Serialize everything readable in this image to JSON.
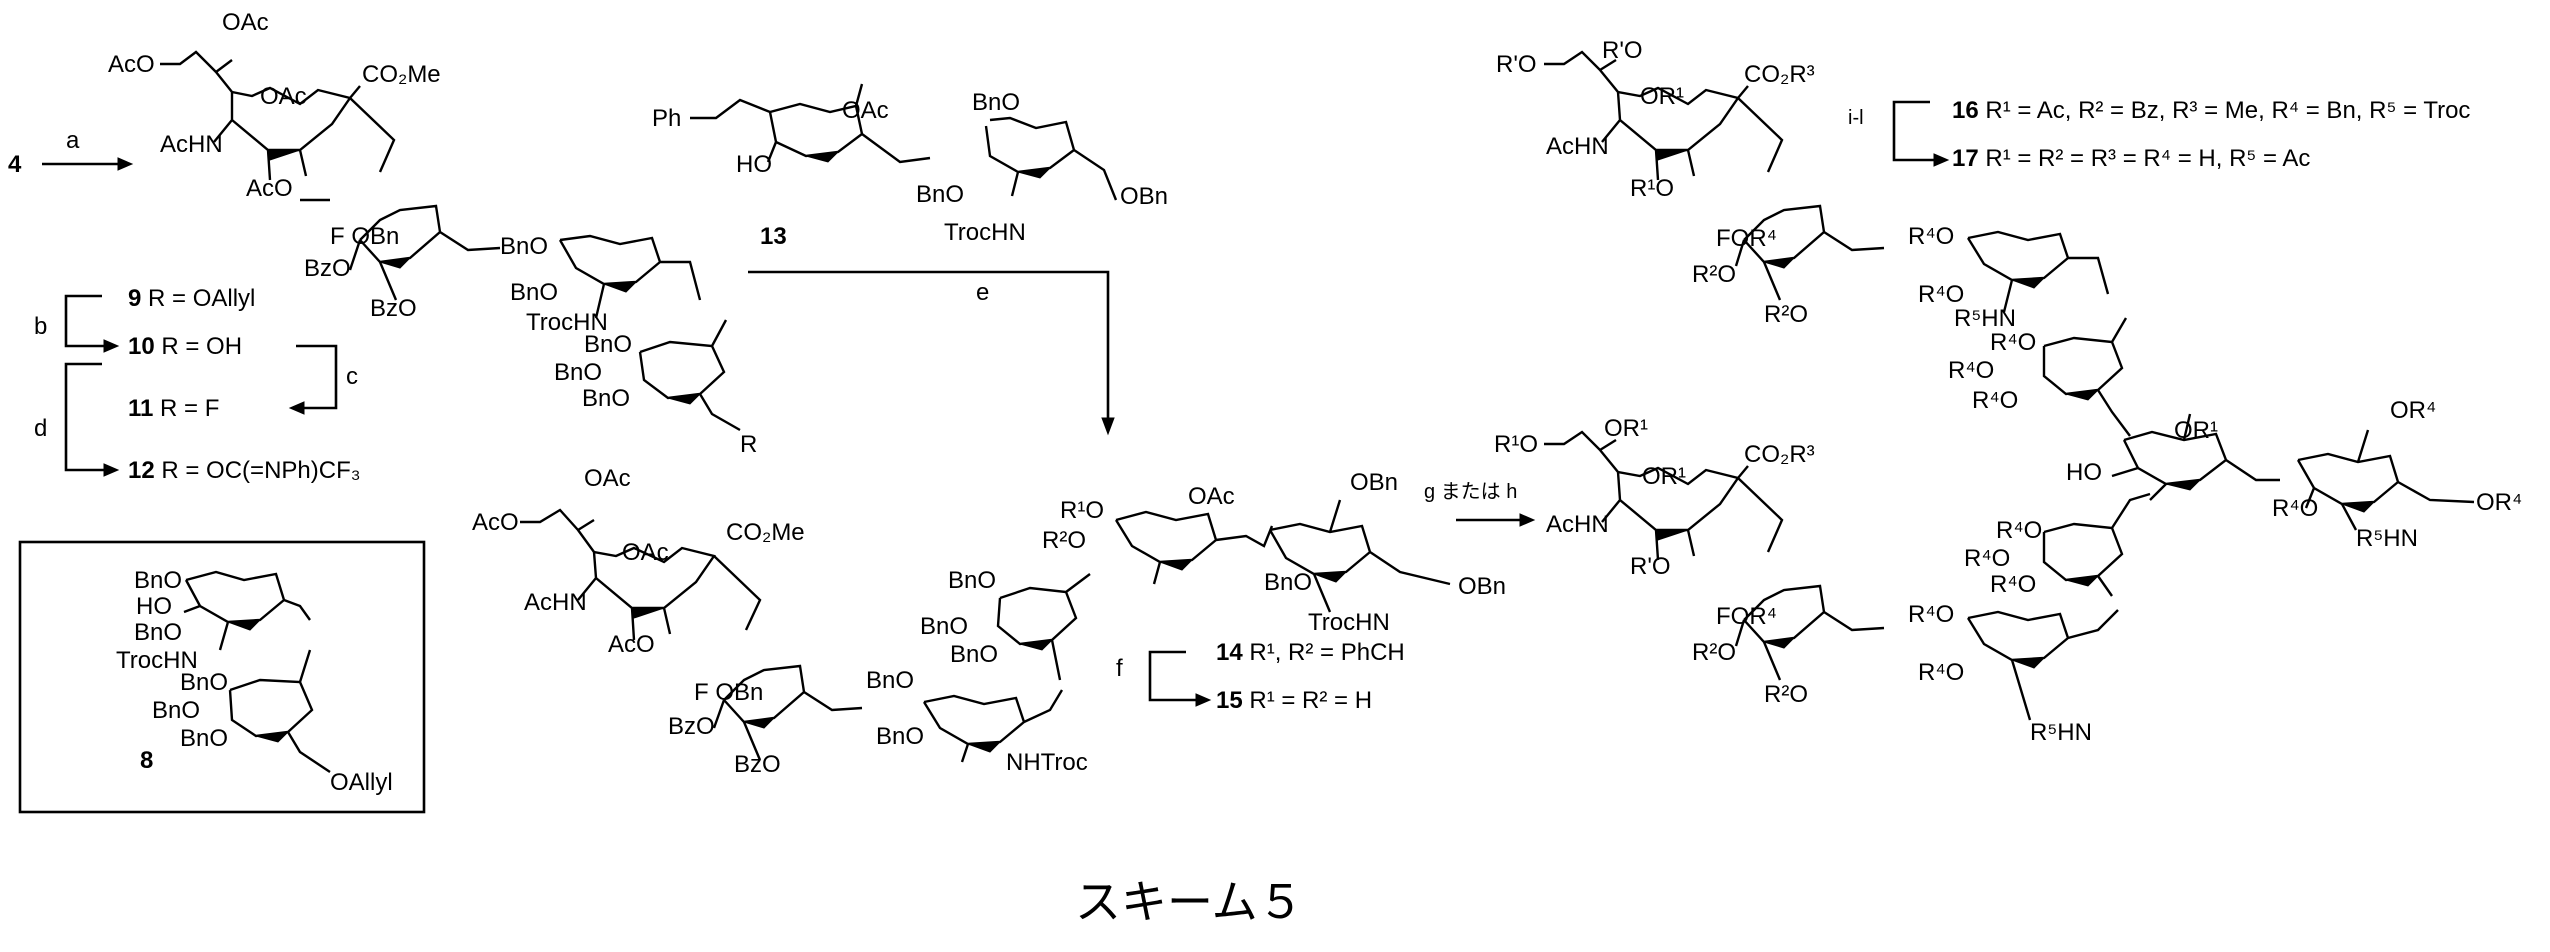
{
  "caption": "スキーム５",
  "start_compound": "4",
  "steps": {
    "a": "a",
    "b": "b",
    "c": "c",
    "d": "d",
    "e": "e",
    "f": "f",
    "gh": "g または h",
    "il": "i-l"
  },
  "series_9_12": [
    {
      "num": "9",
      "text": " R = OAllyl"
    },
    {
      "num": "10",
      "text": " R = OH"
    },
    {
      "num": "11",
      "text": " R = F"
    },
    {
      "num": "12",
      "text": " R = OC(=NPh)CF₃"
    }
  ],
  "series_14_15": [
    {
      "num": "14",
      "text": " R¹, R² = PhCH"
    },
    {
      "num": "15",
      "text": " R¹ = R² = H"
    }
  ],
  "series_16_17": [
    {
      "num": "16",
      "text": " R¹ = Ac, R² = Bz, R³ = Me, R⁴ = Bn, R⁵ = Troc"
    },
    {
      "num": "17",
      "text": " R¹ = R² = R³ = R⁴ = H, R⁵ = Ac"
    }
  ],
  "compound_13": "13",
  "compound_8": "8",
  "groups": {
    "AcO": "AcO",
    "OAc": "OAc",
    "CO2Me": "CO₂Me",
    "AcHN": "AcHN",
    "FOBn": "F OBn",
    "BnO": "BnO",
    "OBn": "OBn",
    "BzO": "BzO",
    "TrocHN": "TrocHN",
    "NHTroc": "NHTroc",
    "R": "R",
    "Ph": "Ph",
    "HO": "HO",
    "OAllyl": "OAllyl",
    "CO2R3": "CO₂R³",
    "OR1": "OR¹",
    "R1O": "R¹O",
    "R2O": "R²O",
    "R4O": "R⁴O",
    "OR4": "OR⁴",
    "FOR4": "FOR⁴",
    "R5HN": "R⁵HN",
    "R1O_Rp": "R¹O",
    "Rprime": "R'O"
  }
}
